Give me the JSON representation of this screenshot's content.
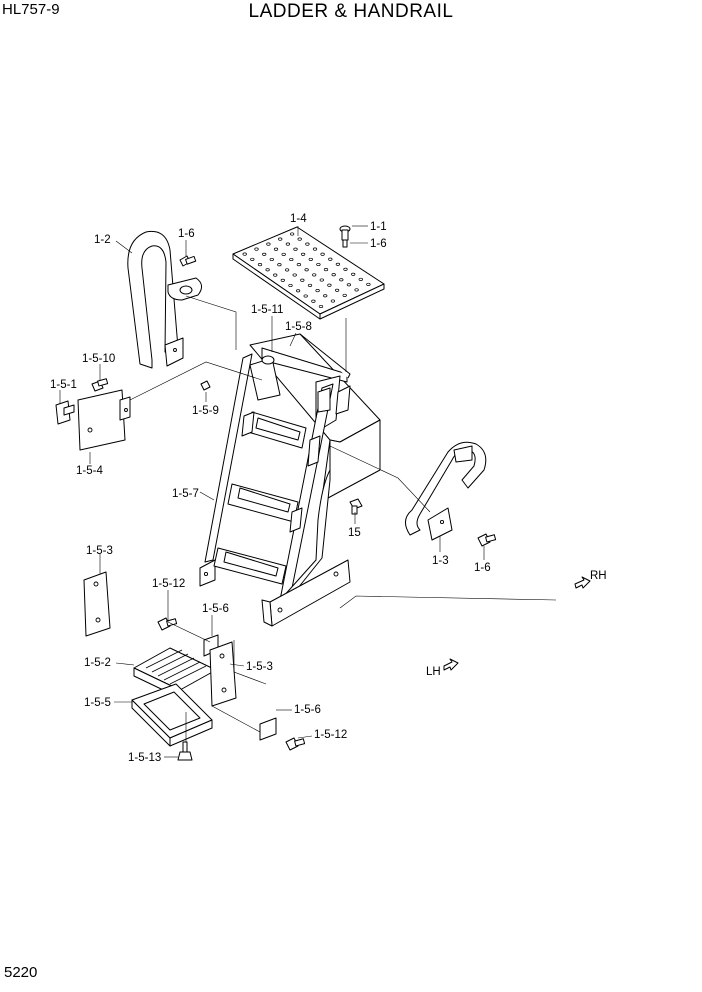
{
  "header": {
    "model": "HL757-9",
    "title": "LADDER & HANDRAIL"
  },
  "footer": {
    "page_number": "5220"
  },
  "labels": {
    "p1_2": "1-2",
    "p1_6a": "1-6",
    "p1_4": "1-4",
    "p1_1": "1-1",
    "p1_6b": "1-6",
    "p1_5_11": "1-5-11",
    "p1_5_8": "1-5-8",
    "p1_5_10": "1-5-10",
    "p1_5_1": "1-5-1",
    "p1_5_9": "1-5-9",
    "p1_5_4": "1-5-4",
    "p1_5_7": "1-5-7",
    "p15": "15",
    "p1_3": "1-3",
    "p1_6c": "1-6",
    "rh": "RH",
    "p1_5_3a": "1-5-3",
    "p1_5_12a": "1-5-12",
    "p1_5_6a": "1-5-6",
    "p1_5_2": "1-5-2",
    "p1_5_3b": "1-5-3",
    "lh": "LH",
    "p1_5_5": "1-5-5",
    "p1_5_6b": "1-5-6",
    "p1_5_12b": "1-5-12",
    "p1_5_13": "1-5-13"
  }
}
